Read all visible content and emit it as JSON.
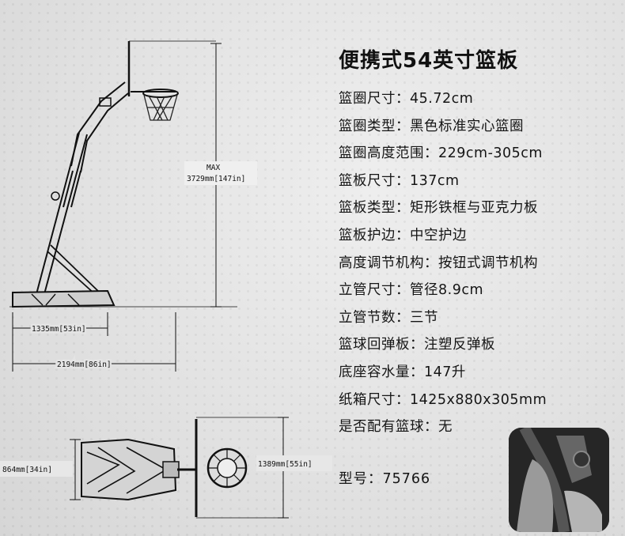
{
  "title": "便携式54英寸篮板",
  "specs": [
    "篮圈尺寸：45.72cm",
    "篮圈类型：黑色标准实心篮圈",
    "篮圈高度范围：229cm-305cm",
    "篮板尺寸：137cm",
    "篮板类型：矩形铁框与亚克力板",
    "篮板护边：中空护边",
    "高度调节机构：按钮式调节机构",
    "立管尺寸：管径8.9cm",
    "立管节数：三节",
    "篮球回弹板：注塑反弹板",
    "底座容水量：147升",
    "纸箱尺寸：1425x880x305mm",
    "是否配有篮球：无"
  ],
  "model": "型号：75766",
  "dims": {
    "max_label": "MAX",
    "height": "3729mm[147in]",
    "base_depth": "1335mm[53in]",
    "total_depth": "2194mm[86in]",
    "width_side": "864mm[34in]",
    "width_total": "1389mm[55in]"
  }
}
